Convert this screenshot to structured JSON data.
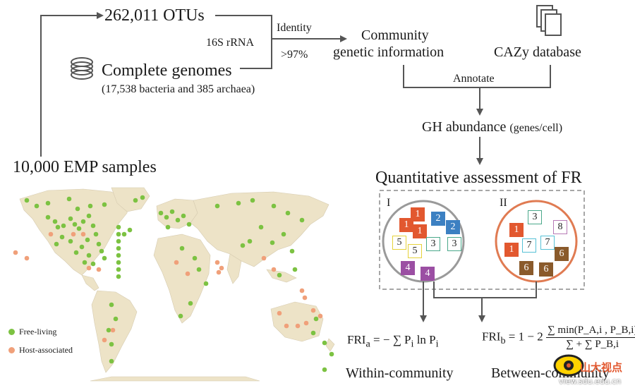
{
  "flow": {
    "otus": "262,011 OTUs",
    "rrna": "16S rRNA",
    "identity": "Identity",
    "threshold": ">97%",
    "genomes": "Complete genomes",
    "genomes_detail": "(17,538 bacteria and 385 archaea)",
    "emp": "10,000 EMP samples",
    "community": "Community",
    "genetic": "genetic information",
    "cazy": "CAZy database",
    "annotate": "Annotate",
    "gh": "GH abundance",
    "gh_unit": "(genes/cell)",
    "fr": "Quantitative assessment of FR"
  },
  "communities": {
    "I_label": "I",
    "II_label": "II",
    "I": [
      {
        "n": "1",
        "style": "filled",
        "color": "#e2582f"
      },
      {
        "n": "1",
        "style": "filled",
        "color": "#e2582f"
      },
      {
        "n": "1",
        "style": "filled",
        "color": "#e2582f"
      },
      {
        "n": "2",
        "style": "filled",
        "color": "#3c80c2"
      },
      {
        "n": "2",
        "style": "filled",
        "color": "#3c80c2"
      },
      {
        "n": "5",
        "style": "outline",
        "color": "#e6d23a"
      },
      {
        "n": "5",
        "style": "outline",
        "color": "#e6d23a"
      },
      {
        "n": "3",
        "style": "outline",
        "color": "#4aa88a"
      },
      {
        "n": "3",
        "style": "outline",
        "color": "#4aa88a"
      },
      {
        "n": "4",
        "style": "filled",
        "color": "#9b4fa3"
      },
      {
        "n": "4",
        "style": "filled",
        "color": "#9b4fa3"
      }
    ],
    "II": [
      {
        "n": "3",
        "style": "outline",
        "color": "#4aa88a"
      },
      {
        "n": "8",
        "style": "outline",
        "color": "#b77ab6"
      },
      {
        "n": "1",
        "style": "filled",
        "color": "#e2582f"
      },
      {
        "n": "7",
        "style": "outline",
        "color": "#56c1d6"
      },
      {
        "n": "7",
        "style": "outline",
        "color": "#56c1d6"
      },
      {
        "n": "1",
        "style": "filled",
        "color": "#e2582f"
      },
      {
        "n": "6",
        "style": "filled",
        "color": "#8a5a2b"
      },
      {
        "n": "6",
        "style": "filled",
        "color": "#8a5a2b"
      },
      {
        "n": "6",
        "style": "filled",
        "color": "#8a5a2b"
      }
    ]
  },
  "formulas": {
    "fria_label": "FRI",
    "fria_sub": "a",
    "fria_rhs": "= − ∑ P",
    "fria_rhs_sub": "i",
    "fria_ln": " ln P",
    "fria_ln_sub": "i",
    "frib_label": "FRI",
    "frib_sub": "b",
    "frib_rhs": "= 1 − 2",
    "frib_num": "∑ min(P_A,i , P_B,i)",
    "frib_den": "∑ + ∑ P_B,i"
  },
  "bottom": {
    "within": "Within-community",
    "between": "Between-community"
  },
  "legend": {
    "free": "Free-living",
    "host": "Host-associated",
    "free_color": "#7cc242",
    "host_color": "#f0a07a"
  },
  "watermark": {
    "text": "山大视点",
    "url": "view.sdu.edu.cn"
  },
  "colors": {
    "circle_I": "#9a9a9a",
    "circle_II": "#e07b52",
    "land": "#ede3c7",
    "ocean": "#ffffff"
  }
}
